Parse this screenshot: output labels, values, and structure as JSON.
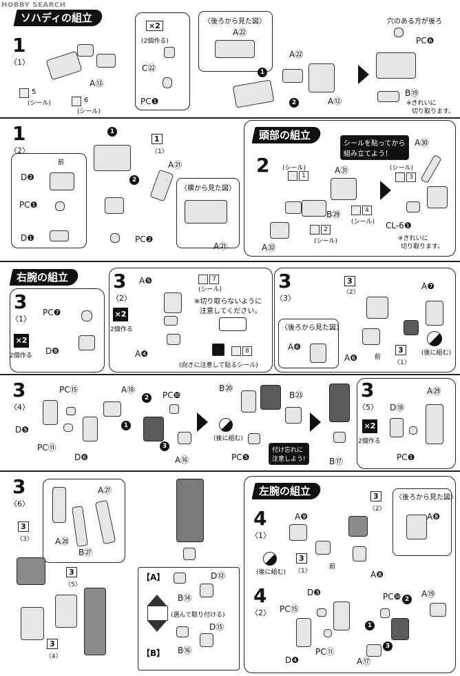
{
  "watermark": "HOBBY SEARCH",
  "sections": {
    "s1_title": "ソハディの組立",
    "head_title": "頭部の組立",
    "rarm_title": "右腕の組立",
    "larm_title": "左腕の組立"
  },
  "step1_1": {
    "num": "1",
    "sub": "〈1〉",
    "x2": "×2",
    "made2": "(2個作る)",
    "c": "C㉒",
    "pc": "PC❶",
    "a": "A⑬",
    "seal5": "5",
    "seal6": "6",
    "seal_lbl": "(シール)"
  },
  "step1_back": {
    "title": "〈後ろから見た図〉",
    "a22": "A㉒",
    "a22b": "A㉒",
    "a12": "A⑫"
  },
  "step1_right": {
    "hole_note": "穴のある方が後ろ",
    "pc6": "PC❻",
    "b19": "B⑲",
    "cut_note1": "※きれいに",
    "cut_note2": "切り取ります。"
  },
  "step1_2": {
    "num": "1",
    "sub": "〈2〉",
    "front": "前",
    "d2": "D❷",
    "pc1": "PC❶",
    "d1": "D❶",
    "box1": "1",
    "box1sub": "〈1〉",
    "a21": "A㉑",
    "side_view": "〈横から見た図〉",
    "pc2": "PC❷",
    "a21b": "A㉑"
  },
  "head": {
    "num": "2",
    "seal_note1": "シールを貼ってから",
    "seal_note2": "組み立てよう！",
    "seal_lbl": "(シール)",
    "s1": "1",
    "s2": "2",
    "s3": "3",
    "s4": "4",
    "a31": "A㉛",
    "b29": "B㉙",
    "a32": "A㉜",
    "a30": "A㉚",
    "cl6": "CL-6❶",
    "cut1": "※きれいに",
    "cut2": "切り取ります。"
  },
  "s3_1": {
    "num": "3",
    "sub": "〈1〉",
    "pc7": "PC❼",
    "d8": "D❽",
    "x2": "×2",
    "made": "2個作る"
  },
  "s3_2": {
    "num": "3",
    "sub": "〈2〉",
    "x2": "×2",
    "made": "2個作る",
    "a5": "A❺",
    "seal7": "7",
    "seal_lbl": "(シール)",
    "note1": "※切り取らないように",
    "note2": "注意してください。",
    "a4": "A❹",
    "seal8": "8",
    "dir_note": "(向きに注意して貼るシール)"
  },
  "s3_3": {
    "num": "3",
    "sub": "〈3〉",
    "box3": "3",
    "box3sub": "〈2〉",
    "a7": "A❼",
    "back_view": "〈後ろから見た図〉",
    "a6": "A❻",
    "a6b": "A❻",
    "front": "前",
    "box3b": "3",
    "box3bsub": "〈1〉",
    "back_comb": "(後に組む)"
  },
  "s3_4": {
    "num": "3",
    "sub": "〈4〉",
    "pc15": "PC⑮",
    "d5": "D❺",
    "pc11": "PC⑪",
    "d6": "D❻",
    "a18": "A⑱",
    "pc10": "PC❿",
    "a16": "A⑯",
    "back_comb": "(後に組む)",
    "b20": "B⑳",
    "b23": "B㉓",
    "pc5": "PC❺",
    "caution1": "付け忘れに",
    "caution2": "注意しよう!",
    "b17": "B⑰"
  },
  "s3_5": {
    "num": "3",
    "sub": "〈5〉",
    "x2": "×2",
    "made": "2個作る",
    "d18": "D⑱",
    "a29": "A㉙",
    "pc1": "PC❶"
  },
  "s3_6": {
    "num": "3",
    "sub": "〈6〉",
    "a27": "A㉗",
    "a28": "A㉘",
    "b27": "B㉗",
    "box3a": "3",
    "box3asub": "〈3〉",
    "box3b": "3",
    "box3bsub": "〈5〉",
    "box3c": "3",
    "box3csub": "〈4〉",
    "optA": "【A】",
    "optB": "【B】",
    "b14": "B⑭",
    "d12": "D⑫",
    "choose": "(選んで取り付ける)",
    "b16": "B⑯",
    "d15": "D⑮"
  },
  "s4_1": {
    "num": "4",
    "sub": "〈1〉",
    "box3": "3",
    "box3sub": "〈2〉",
    "back_view": "〈後ろから見た図〉",
    "a9": "A❾",
    "a8": "A❽",
    "a8b": "A❽",
    "back_comb": "(後に組む)",
    "box3b": "3",
    "box3bsub": "〈1〉",
    "front": "前"
  },
  "s4_2": {
    "num": "4",
    "sub": "〈2〉",
    "d3": "D❸",
    "pc10": "PC❿",
    "a19": "A⑲",
    "pc15": "PC⑮",
    "d4": "D❹",
    "pc11": "PC⑪",
    "a17": "A⑰"
  }
}
